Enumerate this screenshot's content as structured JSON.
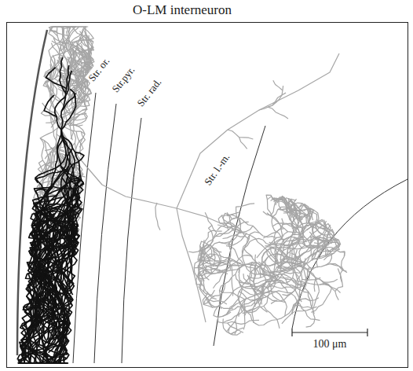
{
  "diagram": {
    "title": "O-LM interneuron",
    "labels": [
      "Str. or.",
      "Str.pyr.",
      "Str. rad.",
      "Str. l.-m.",
      "100 μm"
    ]
  }
}
